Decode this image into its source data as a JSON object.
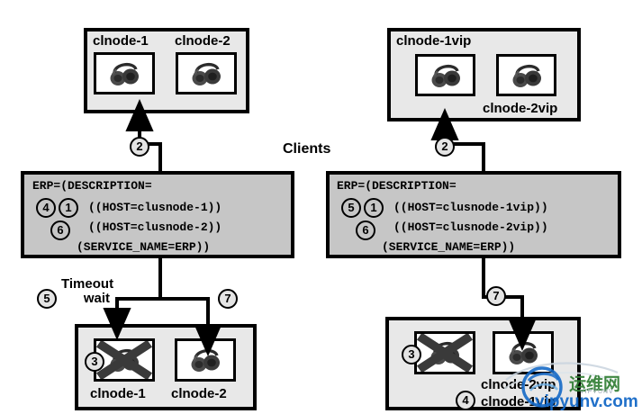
{
  "diagram": {
    "clients_label": "Clients",
    "timeout_label_line1": "Timeout",
    "timeout_label_line2": "wait"
  },
  "top_left_group": {
    "labels": [
      "clnode-1",
      "clnode-2"
    ],
    "icon_name": "computer-icon"
  },
  "top_right_group": {
    "labels": [
      "clnode-1vip",
      "clnode-2vip"
    ],
    "icon_name": "computer-icon"
  },
  "bottom_left_group": {
    "labels": [
      "clnode-1",
      "clnode-2"
    ],
    "failed_index": 0,
    "failed_marker": "3"
  },
  "bottom_right_group": {
    "labels": [
      "clnode-2vip",
      "clnode-1vip"
    ],
    "failed_marker": "3",
    "relocate_marker": "4"
  },
  "erp_left": {
    "lines": [
      "ERP=(DESCRIPTION=",
      "    ((HOST=clusnode-1))",
      "    ((HOST=clusnode-2))",
      "   (SERVICE_NAME=ERP))"
    ],
    "line1": "ERP=(DESCRIPTION=",
    "line2": "((HOST=clusnode-1))",
    "line3": "((HOST=clusnode-2))",
    "line4": "(SERVICE_NAME=ERP))",
    "markers": [
      "4",
      "1",
      "6"
    ]
  },
  "erp_right": {
    "lines": [
      "ERP=(DESCRIPTION=",
      "    ((HOST=clusnode-1vip))",
      "    ((HOST=clusnode-2vip))",
      "   (SERVICE_NAME=ERP))"
    ],
    "line1": "ERP=(DESCRIPTION=",
    "line2": "((HOST=clusnode-1vip))",
    "line3": "((HOST=clusnode-2vip))",
    "line4": "(SERVICE_NAME=ERP))",
    "markers": [
      "5",
      "1",
      "6"
    ]
  },
  "steps": {
    "s1": "1",
    "s2": "2",
    "s3": "3",
    "s4": "4",
    "s5": "5",
    "s6": "6",
    "s7": "7"
  },
  "watermark": {
    "cn": "运维网",
    "url": "vipyunv.com",
    "sub": "VIPYUNV",
    "logo_text": "ip"
  },
  "colors": {
    "group_fill": "#e8e8e8",
    "erp_fill": "#c6c6c6",
    "stroke": "#000000",
    "wm_green": "#2f7d32",
    "wm_blue": "#1569c7"
  }
}
